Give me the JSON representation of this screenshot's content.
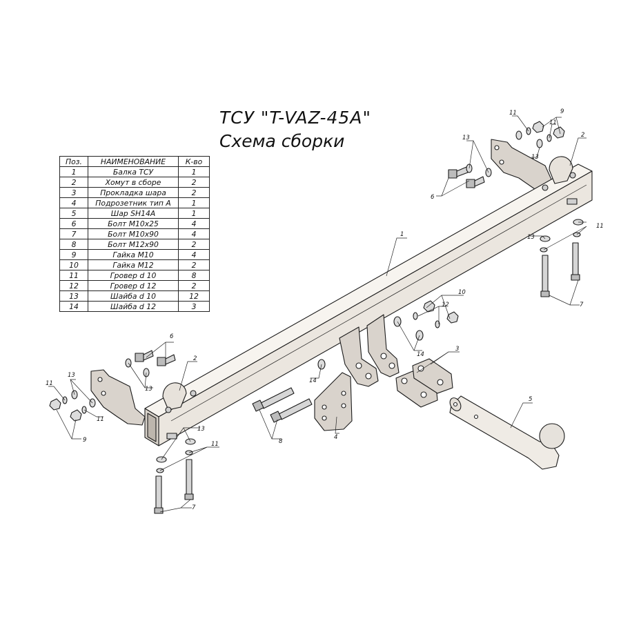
{
  "title": "ТСУ \"T-VAZ-45A\"",
  "subtitle": "Схема сборки",
  "table": {
    "headers": [
      "Поз.",
      "НАИМЕНОВАНИЕ",
      "К-во"
    ],
    "rows": [
      [
        "1",
        "Балка ТСУ",
        "1"
      ],
      [
        "2",
        "Хомут в сборе",
        "2"
      ],
      [
        "3",
        "Прокладка шара",
        "2"
      ],
      [
        "4",
        "Подрозетник тип А",
        "1"
      ],
      [
        "5",
        "Шар SH14A",
        "1"
      ],
      [
        "6",
        "Болт М10х25",
        "4"
      ],
      [
        "7",
        "Болт М10х90",
        "4"
      ],
      [
        "8",
        "Болт М12х90",
        "2"
      ],
      [
        "9",
        "Гайка М10",
        "4"
      ],
      [
        "10",
        "Гайка М12",
        "2"
      ],
      [
        "11",
        "Гровер d 10",
        "8"
      ],
      [
        "12",
        "Гровер d 12",
        "2"
      ],
      [
        "13",
        "Шайба d 10",
        "12"
      ],
      [
        "14",
        "Шайба d 12",
        "3"
      ]
    ]
  },
  "callouts": {
    "n1": "1",
    "n2": "2",
    "n3": "3",
    "n4": "4",
    "n5": "5",
    "n6": "6",
    "n7": "7",
    "n8": "8",
    "n9": "9",
    "n10": "10",
    "n11": "11",
    "n12": "12",
    "n13": "13",
    "n14": "14"
  },
  "colors": {
    "line": "#1a1a1a",
    "part_fill": "#d9d3cc",
    "beam_fill": "#f4f1ec",
    "metal_fill": "#cfcfcf"
  }
}
